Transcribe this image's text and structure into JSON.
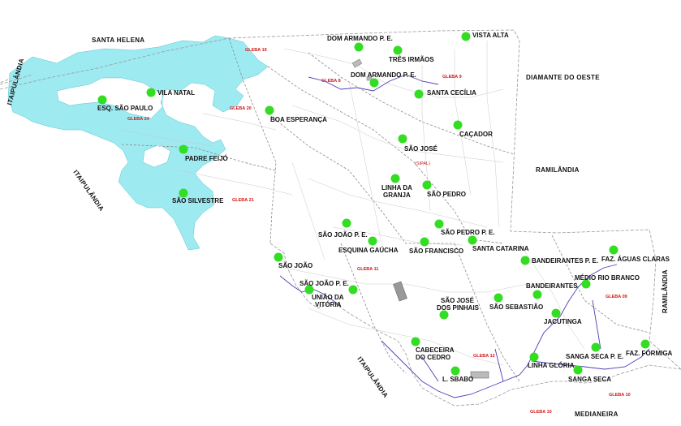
{
  "regions": [
    {
      "name": "SANTA HELENA",
      "pos": "top-left"
    },
    {
      "name": "ITAIPULÂNDIA",
      "pos": "left-upper"
    },
    {
      "name": "ITAIPULÂNDIA",
      "pos": "left-middle"
    },
    {
      "name": "ITAIPULÂNDIA",
      "pos": "bottom"
    },
    {
      "name": "DIAMANTE DO OESTE",
      "pos": "top-right"
    },
    {
      "name": "RAMILÂNDIA",
      "pos": "right-middle"
    },
    {
      "name": "RAMILÂNDIA",
      "pos": "far-right"
    },
    {
      "name": "MEDIANEIRA",
      "pos": "bottom-right"
    }
  ],
  "glebas": [
    "GLEBA 19",
    "GLEBA 20",
    "GLEBA 24",
    "GLEBA 21",
    "GLEBA 8",
    "GLEBA 9",
    "GLEBA 11",
    "GLEBA 12",
    "GLEBA 09",
    "GLEBA 10",
    "GLEBA 10"
  ],
  "sipal": "(SIPAL)",
  "localities": [
    {
      "label": "VISTA ALTA"
    },
    {
      "label": "DOM ARMANDO P. E."
    },
    {
      "label": "TRÊS IRMÃOS"
    },
    {
      "label": "DOM ARMANDO P. E."
    },
    {
      "label": "SANTA CECÍLIA"
    },
    {
      "label": "VILA NATAL"
    },
    {
      "label": "ESQ. SÃO PAULO"
    },
    {
      "label": "BOA ESPERANÇA"
    },
    {
      "label": "CAÇADOR"
    },
    {
      "label": "SÃO JOSÉ"
    },
    {
      "label": "PADRE FEIJÓ"
    },
    {
      "label": "LINHA DA"
    },
    {
      "label": "GRANJA"
    },
    {
      "label": "SÃO PEDRO"
    },
    {
      "label": "SÃO SILVESTRE"
    },
    {
      "label": "SÃO JOÃO P. E."
    },
    {
      "label": "SÃO PEDRO P. E."
    },
    {
      "label": "ESQUINA GAÚCHA"
    },
    {
      "label": "SÃO FRANCISCO"
    },
    {
      "label": "SANTA CATARINA"
    },
    {
      "label": "FAZ. ÁGUAS CLARAS"
    },
    {
      "label": "BANDEIRANTES P. E."
    },
    {
      "label": "SÃO JOÃO"
    },
    {
      "label": "MÉDIO RIO BRANCO"
    },
    {
      "label": "SÃO JOÃO P. E."
    },
    {
      "label": "BANDEIRANTES"
    },
    {
      "label": "UNIÃO DA"
    },
    {
      "label": "VITÓRIA"
    },
    {
      "label": "SÃO JOSÉ"
    },
    {
      "label": "DOS PINHAIS"
    },
    {
      "label": "SÃO SEBASTIÃO"
    },
    {
      "label": "JACUTINGA"
    },
    {
      "label": "CABECEIRA"
    },
    {
      "label": "DO CEDRO"
    },
    {
      "label": "LINHA GLÓRIA"
    },
    {
      "label": "SANGA SECA P. E."
    },
    {
      "label": "FAZ. FORMIGA"
    },
    {
      "label": "L. SBABO"
    },
    {
      "label": "SANGA SECA"
    }
  ],
  "colors": {
    "marker": "#33dd22",
    "lake": "#9eeaf1",
    "river": "#4b3fb8",
    "gleba": "#d01818"
  }
}
